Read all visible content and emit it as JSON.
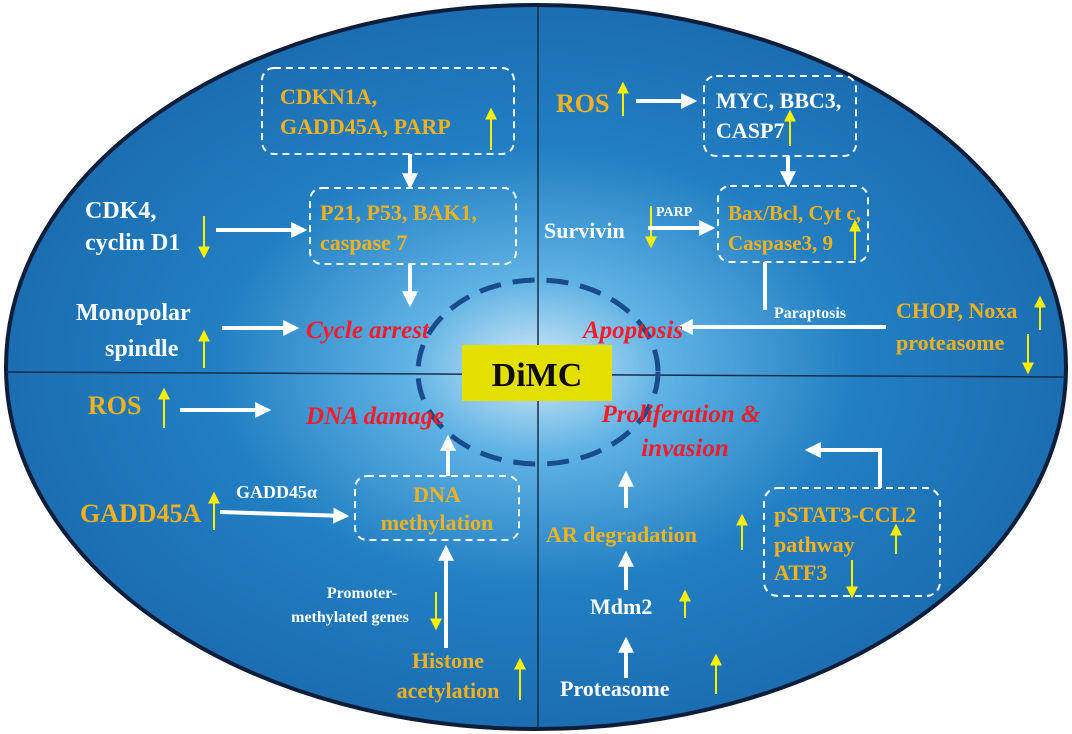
{
  "center": {
    "label": "DiMC"
  },
  "outcomes": {
    "cycle_arrest": "Cycle arrest",
    "apoptosis": "Apoptosis",
    "dna_damage": "DNA damage",
    "proliferation_1": "Proliferation &",
    "proliferation_2": "invasion"
  },
  "q1": {
    "box_top_1": "CDKN1A,",
    "box_top_2": "GADD45A, PARP",
    "box_mid_1": "P21, P53, BAK1,",
    "box_mid_2": "caspase 7",
    "cdk4_1": "CDK4,",
    "cdk4_2": "cyclin D1",
    "mono_1": "Monopolar",
    "mono_2": "spindle"
  },
  "q2": {
    "ros": "ROS",
    "box_top_1": "MYC, BBC3,",
    "box_top_2": "CASP7",
    "survivin": "Survivin",
    "parp": "PARP",
    "box_mid_1": "Bax/Bcl, Cyt c,",
    "box_mid_2": "Caspase3, 9",
    "paraptosis": "Paraptosis",
    "chop_1": "CHOP, Noxa",
    "chop_2": "proteasome"
  },
  "q3": {
    "ros": "ROS",
    "gadd45a": "GADD45A",
    "gadd45alpha": "GADD45α",
    "dna_meth_1": "DNA",
    "dna_meth_2": "methylation",
    "promoter_1": "Promoter-",
    "promoter_2": "methylated genes",
    "histone_1": "Histone",
    "histone_2": "acetylation"
  },
  "q4": {
    "ar": "AR degradation",
    "mdm2": "Mdm2",
    "proteasome": "Proteasome",
    "pstat_1": "pSTAT3-CCL2",
    "pstat_2": "pathway",
    "pstat_3": "ATF3"
  },
  "colors": {
    "background_blue": "#1f7ec0",
    "outline": "#0c1e3a",
    "highlight_text": "#f5b21e",
    "outcome_text": "#ff1a2a",
    "indicator_arrow": "#ffee00",
    "center_box": "#e3df00"
  }
}
